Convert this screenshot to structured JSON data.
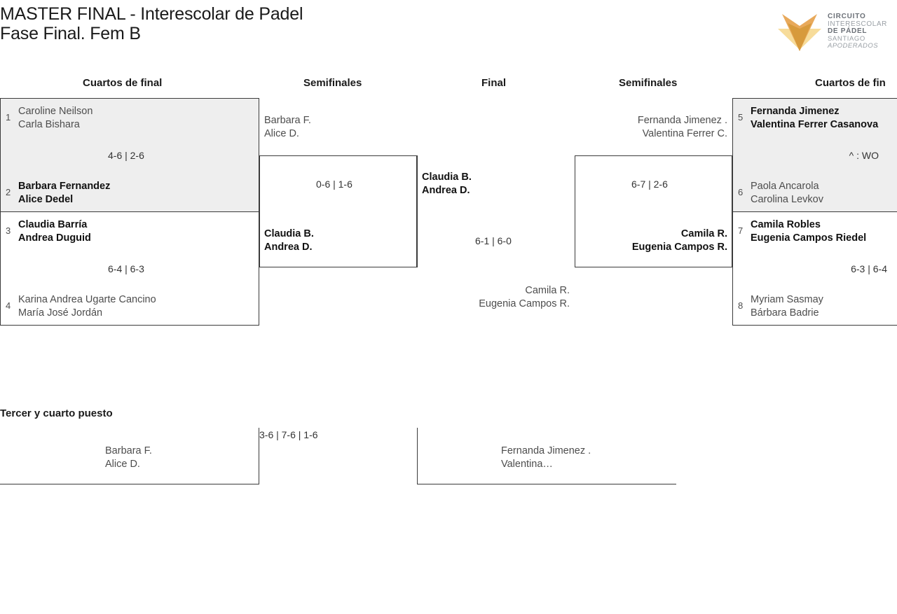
{
  "header": {
    "title_line1": "MASTER FINAL - Interescolar de Padel",
    "title_line2": "Fase Final. Fem B",
    "logo": {
      "line1": "CIRCUITO",
      "line2": "INTERESCOLAR",
      "line3": "DE PÁDEL",
      "line4": "SANTIAGO",
      "line5": "APODERADOS",
      "color_dark": "#d79a3c",
      "color_mid": "#e8a95b",
      "color_light": "#f7dc9a"
    }
  },
  "round_headers": {
    "qf_left": "Cuartos de final",
    "sf_left": "Semifinales",
    "final": "Final",
    "sf_right": "Semifinales",
    "qf_right": "Cuartos de fin"
  },
  "bracket": {
    "qf_left": [
      {
        "shaded": true,
        "score": "4-6 | 2-6",
        "top": {
          "seed": "1",
          "line1": "Caroline Neilson",
          "line2": "Carla Bishara",
          "winner": false
        },
        "bottom": {
          "seed": "2",
          "line1": "Barbara Fernandez",
          "line2": "Alice Dedel",
          "winner": true
        }
      },
      {
        "shaded": false,
        "score": "6-4 | 6-3",
        "top": {
          "seed": "3",
          "line1": "Claudia Barría",
          "line2": "Andrea Duguid",
          "winner": true
        },
        "bottom": {
          "seed": "4",
          "line1": "Karina Andrea Ugarte Cancino",
          "line2": "María José Jordán",
          "winner": false
        }
      }
    ],
    "sf_left": {
      "score": "0-6 | 1-6",
      "top": {
        "line1": "Barbara F.",
        "line2": "Alice D.",
        "winner": false
      },
      "bottom": {
        "line1": "Claudia B.",
        "line2": "Andrea D.",
        "winner": true
      }
    },
    "final": {
      "score": "6-1 | 6-0",
      "left": {
        "line1": "Claudia B.",
        "line2": "Andrea D.",
        "winner": true
      },
      "right": {
        "line1": "Camila R.",
        "line2": "Eugenia Campos R.",
        "winner": false
      }
    },
    "sf_right": {
      "score": "6-7 | 2-6",
      "top": {
        "line1": "Fernanda Jimenez .",
        "line2": "Valentina Ferrer C.",
        "winner": false
      },
      "bottom": {
        "line1": "Camila R.",
        "line2": "Eugenia Campos R.",
        "winner": true
      }
    },
    "qf_right": [
      {
        "shaded": true,
        "score": "^ : WO",
        "top": {
          "seed": "5",
          "line1": "Fernanda Jimenez",
          "line2": "Valentina Ferrer Casanova",
          "winner": true
        },
        "bottom": {
          "seed": "6",
          "line1": "Paola Ancarola",
          "line2": "Carolina Levkov",
          "winner": false
        }
      },
      {
        "shaded": false,
        "score": "6-3 | 6-4",
        "top": {
          "seed": "7",
          "line1": "Camila Robles",
          "line2": "Eugenia Campos Riedel",
          "winner": true
        },
        "bottom": {
          "seed": "8",
          "line1": "Myriam Sasmay",
          "line2": "Bárbara Badrie",
          "winner": false
        }
      }
    ]
  },
  "third_place": {
    "title": "Tercer y cuarto puesto",
    "score": "3-6 | 7-6 | 1-6",
    "left": {
      "line1": "Barbara F.",
      "line2": "Alice D.",
      "winner": false
    },
    "right": {
      "line1": "Fernanda Jimenez .",
      "line2": "Valentina…",
      "winner": false
    }
  }
}
